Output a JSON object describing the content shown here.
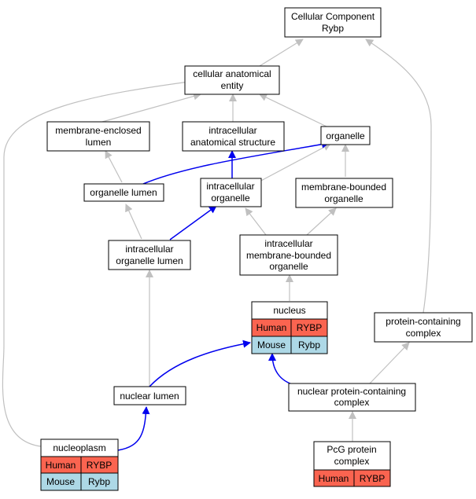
{
  "nodes": {
    "cellular_component": [
      "Cellular Component",
      "Rybp"
    ],
    "cellular_anatomical_entity": [
      "cellular anatomical",
      "entity"
    ],
    "membrane_enclosed_lumen": [
      "membrane-enclosed",
      "lumen"
    ],
    "intracellular_anatomical_structure": [
      "intracellular",
      "anatomical structure"
    ],
    "organelle": [
      "organelle"
    ],
    "organelle_lumen": [
      "organelle lumen"
    ],
    "intracellular_organelle": [
      "intracellular",
      "organelle"
    ],
    "membrane_bounded_organelle": [
      "membrane-bounded",
      "organelle"
    ],
    "intracellular_organelle_lumen": [
      "intracellular",
      "organelle lumen"
    ],
    "intracellular_membrane_bounded_organelle": [
      "intracellular",
      "membrane-bounded",
      "organelle"
    ],
    "nucleus": [
      "nucleus"
    ],
    "protein_containing_complex": [
      "protein-containing",
      "complex"
    ],
    "nuclear_lumen": [
      "nuclear lumen"
    ],
    "nuclear_protein_containing_complex": [
      "nuclear protein-containing",
      "complex"
    ],
    "nucleoplasm": [
      "nucleoplasm"
    ],
    "pcg_protein_complex": [
      "PcG protein",
      "complex"
    ]
  },
  "annotations": {
    "nucleus": [
      {
        "species": "Human",
        "gene": "RYBP",
        "color": "#fa6450"
      },
      {
        "species": "Mouse",
        "gene": "Rybp",
        "color": "#add8e6"
      }
    ],
    "nucleoplasm": [
      {
        "species": "Human",
        "gene": "RYBP",
        "color": "#fa6450"
      },
      {
        "species": "Mouse",
        "gene": "Rybp",
        "color": "#add8e6"
      }
    ],
    "pcg_protein_complex": [
      {
        "species": "Human",
        "gene": "RYBP",
        "color": "#fa6450"
      }
    ]
  },
  "colors": {
    "edge_is_a": "#c0c0c0",
    "edge_part_of": "#0000ee",
    "human": "#fa6450",
    "mouse": "#add8e6"
  }
}
